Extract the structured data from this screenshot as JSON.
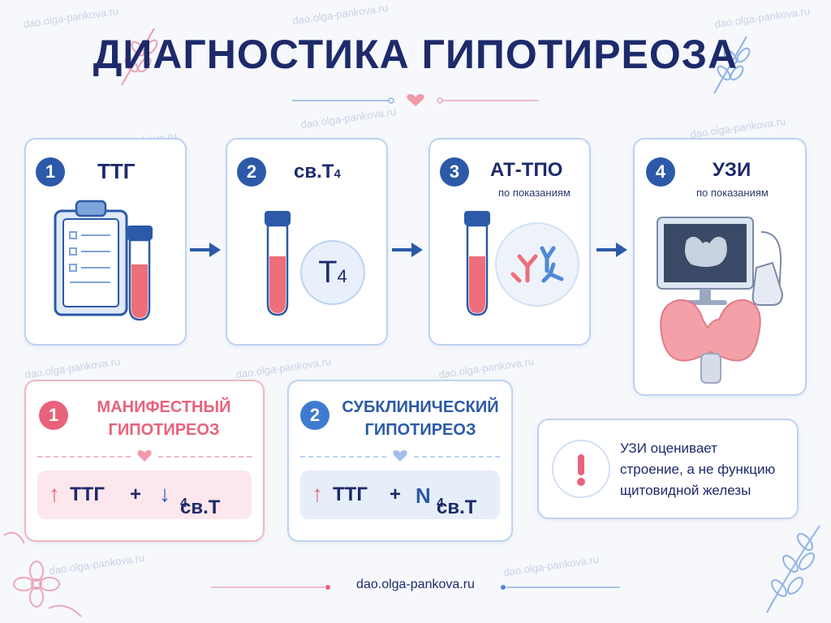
{
  "title": "ДИАГНОСТИКА ГИПОТИРЕОЗА",
  "watermark": "dao.olga-pankova.ru",
  "steps": [
    {
      "number": "1",
      "title": "ТТГ",
      "subtitle": ""
    },
    {
      "number": "2",
      "title_main": "св.Т",
      "title_sub": "4",
      "subtitle": ""
    },
    {
      "number": "3",
      "title": "АТ-ТПО",
      "subtitle": "по показаниям"
    },
    {
      "number": "4",
      "title": "УЗИ",
      "subtitle": "по показаниям"
    }
  ],
  "t4_badge": {
    "main": "Т",
    "sub": "4"
  },
  "diagnoses": [
    {
      "number": "1",
      "title_line1": "МАНИФЕСТНЫЙ",
      "title_line2": "ГИПОТИРЕОЗ",
      "formula": {
        "arrow1": "↑",
        "term1": "ТТГ",
        "plus": "+",
        "arrow2": "↓",
        "term2_main": "св.Т",
        "term2_sub": "4"
      }
    },
    {
      "number": "2",
      "title_line1": "СУБКЛИНИЧЕСКИЙ",
      "title_line2": "ГИПОТИРЕОЗ",
      "formula": {
        "arrow1": "↑",
        "term1": "ТТГ",
        "plus": "+",
        "arrow2": "N",
        "term2_main": "св.Т",
        "term2_sub": "4"
      }
    }
  ],
  "note": {
    "icon": "exclamation-icon",
    "line1": "УЗИ оценивает",
    "line2": "строение, а не функцию",
    "line3": "щитовидной железы"
  },
  "footer": "dao.olga-pankova.ru",
  "colors": {
    "navy": "#1d2a6b",
    "blue": "#2c5aa8",
    "pink": "#e8627c",
    "card_border": "#bcd2f0",
    "pink_border": "#f2b6c3"
  }
}
